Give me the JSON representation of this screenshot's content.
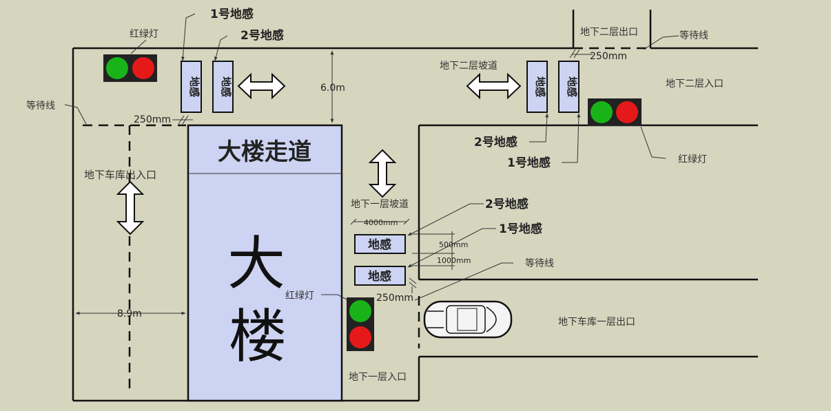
{
  "building": {
    "corridor_label": "大楼走道",
    "name_char1": "大",
    "name_char2": "楼"
  },
  "labels": {
    "b2_exit": "地下二层出口",
    "b2_ramp": "地下二层坡道",
    "b2_entrance": "地下二层入口",
    "b1_ramp": "地下一层坡道",
    "b1_exit": "地下车库一层出口",
    "b1_entrance": "地下一层入口",
    "garage_entrance": "地下车库出入口",
    "sensor_text": "地感",
    "sensor1_top": "1号地感",
    "sensor2_top": "2号地感",
    "sensor1_right": "1号地感",
    "sensor2_right": "2号地感",
    "sensor1_mid": "1号地感",
    "sensor2_mid": "2号地感",
    "light_top_left": "红绿灯",
    "light_right": "红绿灯",
    "light_bottom": "红绿灯",
    "wait_left": "等待线",
    "wait_top_right": "等待线",
    "wait_mid": "等待线"
  },
  "dimensions": {
    "d_250_left": "250mm",
    "d_250_right": "250mm",
    "d_250_bottom": "250mm",
    "d_6m": "6.0m",
    "d_8_9m": "8.9m",
    "d_4000": "4000mm",
    "d_500": "500mm",
    "d_1000": "1000mm"
  },
  "colors": {
    "background": "#d6d5be",
    "building_fill": "#cdd3f2",
    "light_green": "#19b319",
    "light_red": "#e51919"
  }
}
